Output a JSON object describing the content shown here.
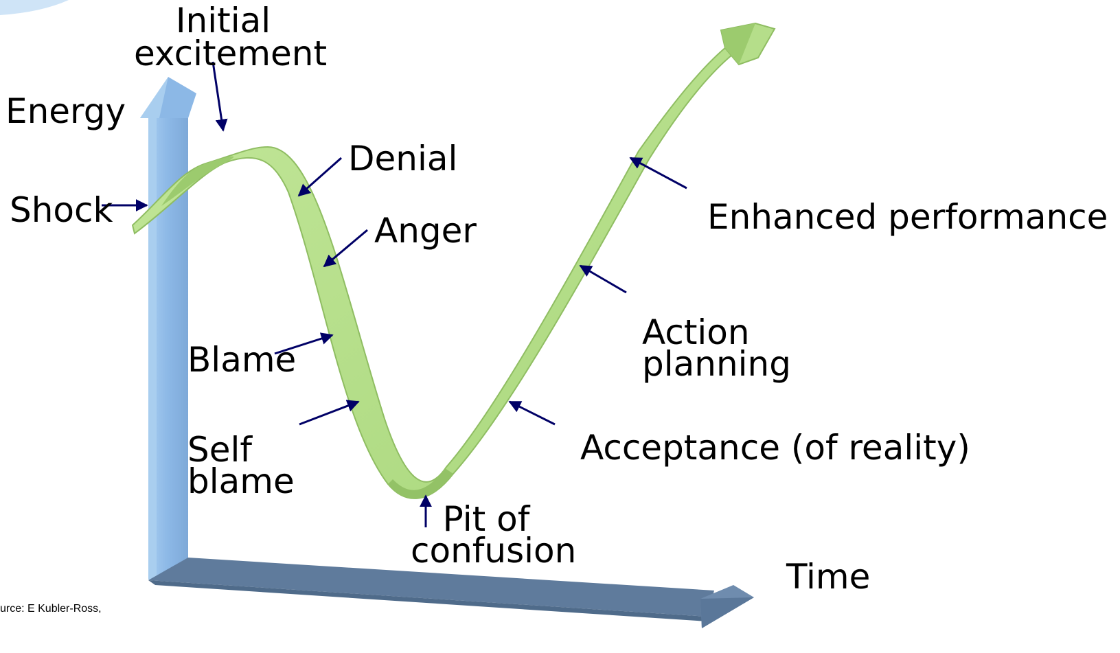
{
  "axes": {
    "y_label": "Energy",
    "x_label": "Time"
  },
  "stages": {
    "initial_excitement": "Initial\nexcitement",
    "shock": "Shock",
    "denial": "Denial",
    "anger": "Anger",
    "blame": "Blame",
    "self_blame": "Self\nblame",
    "pit_of_confusion": "Pit of\nconfusion",
    "acceptance": "Acceptance (of reality)",
    "action_planning": "Action\nplanning",
    "enhanced_performance": "Enhanced performance"
  },
  "source": "urce: E Kubler-Ross,",
  "colors": {
    "ribbon_top": "#b8e08c",
    "ribbon_side": "#8fbd62",
    "y_axis": "#8cb8e6",
    "x_axis": "#5f7b9c",
    "pointer_arrows": "#000066",
    "text": "#000000"
  }
}
